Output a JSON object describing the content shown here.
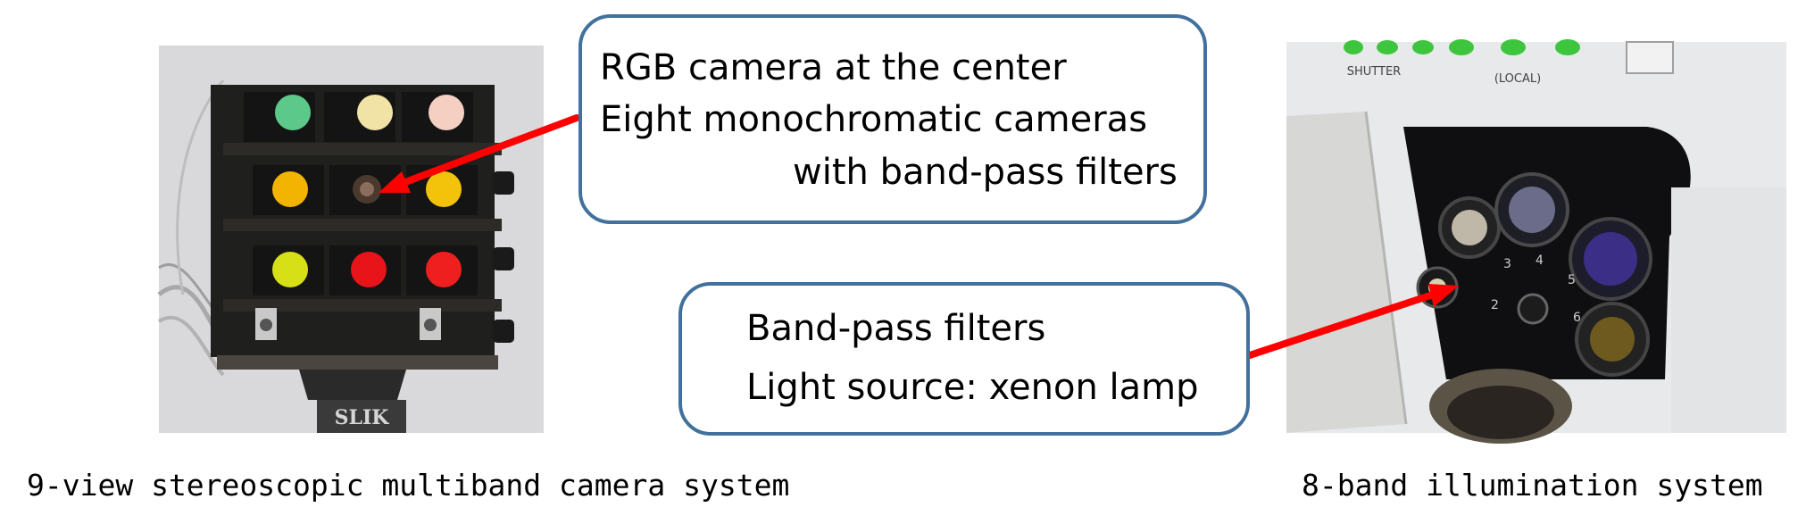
{
  "camera_photo": {
    "stand_brand": "SLIK"
  },
  "camera_callout": {
    "line1": "RGB camera at the center",
    "line2": "Eight monochromatic cameras",
    "line3": "with band-pass filters"
  },
  "lamp_callout": {
    "line1": "Band-pass filters",
    "line2": "Light source: xenon lamp"
  },
  "lamp_photo": {
    "panel_label_left": "SHUTTER",
    "panel_label_right": "(LOCAL)",
    "filter_numbers": [
      "2",
      "3",
      "4",
      "5",
      "6"
    ]
  },
  "captions": {
    "left": "9-view stereoscopic multiband camera system",
    "right": "8-band illumination system"
  },
  "colors": {
    "callout_border": "#41719c",
    "arrow": "#ff0000",
    "filters_top": [
      "#5cc98a",
      "#f1e2a6",
      "#f5d0c2"
    ],
    "filters_middle": [
      "#f3b400",
      "#4a3a2e",
      "#f3c20a"
    ],
    "filters_bottom": [
      "#d7df16",
      "#e8141a",
      "#ef1f20"
    ]
  }
}
